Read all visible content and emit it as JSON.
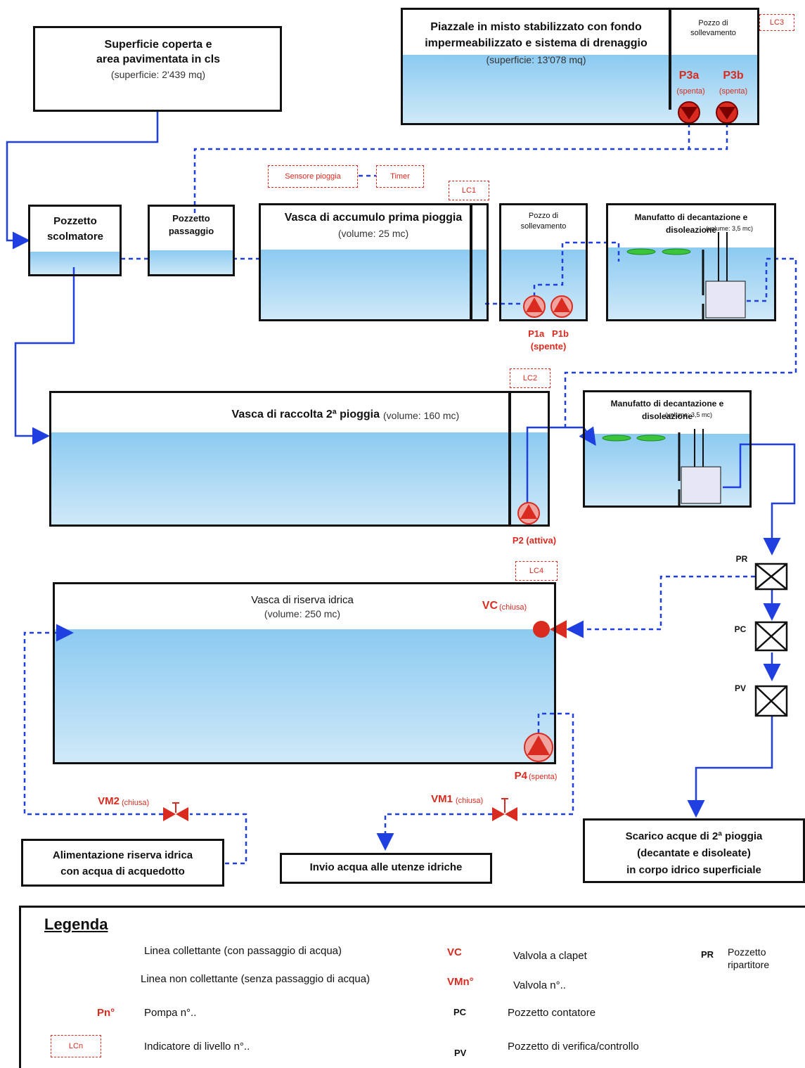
{
  "boxes": {
    "superficie": {
      "title": "Superficie coperta e\narea pavimentata in cls",
      "sub": "(superficie: 2'439 mq)"
    },
    "piazzale": {
      "title": "Piazzale in misto stabilizzato con fondo\nimpermeabilizzato e sistema di drenaggio",
      "sub": "(superficie: 13'078 mq)"
    },
    "pozzo_top": {
      "title": "Pozzo di\nsollevamento"
    },
    "pozzetto_scolmatore": {
      "title": "Pozzetto\nscolmatore"
    },
    "pozzetto_passaggio": {
      "title": "Pozzetto\npassaggio"
    },
    "vasca_prima": {
      "title": "Vasca di accumulo prima pioggia",
      "sub": "(volume: 25 mc)"
    },
    "pozzo_mid": {
      "title": "Pozzo di\nsollevamento"
    },
    "manufatto1": {
      "title": "Manufatto di decantazione e\ndisoleazione",
      "sub": "(volume: 3,5 mc)"
    },
    "vasca_seconda": {
      "title": "Vasca di raccolta 2ª pioggia",
      "sub": "(volume: 160 mc)"
    },
    "manufatto2": {
      "title": "Manufatto di decantazione e\ndisoleazione",
      "sub": "(volume: 3,5 mc)"
    },
    "vasca_riserva": {
      "title": "Vasca di riserva idrica",
      "sub": "(volume: 250 mc)"
    },
    "alimentazione": {
      "title": "Alimentazione riserva idrica\ncon acqua di acquedotto"
    },
    "invio": {
      "title": "Invio acqua alle utenze idriche"
    },
    "scarico": {
      "title": "Scarico acque di 2ª pioggia\n(decantate e disoleate)\nin corpo idrico superficiale"
    }
  },
  "labels": {
    "lc1": "LC1",
    "lc2": "LC2",
    "lc3": "LC3",
    "lc4": "LC4",
    "sensore": "Sensore pioggia",
    "timer": "Timer",
    "p3a": "P3a",
    "p3b": "P3b",
    "p3a_state": "(spenta)",
    "p3b_state": "(spenta)",
    "p1": "P1a   P1b",
    "p1_state": "(spente)",
    "p2": "P2 (attiva)",
    "vc": "VC",
    "vc_state": "(chiusa)",
    "p4": "P4",
    "p4_state": "(spenta)",
    "vm1": "VM1",
    "vm1_state": "(chiusa)",
    "vm2": "VM2",
    "vm2_state": "(chiusa)",
    "pr": "PR",
    "pc": "PC",
    "pv": "PV"
  },
  "legend": {
    "title": "Legenda",
    "line_coll": "Linea collettante (con passaggio di acqua)",
    "line_noncoll": "Linea non collettante (senza passaggio di acqua)",
    "pump_sym": "Pn°",
    "pump": "Pompa n°..",
    "lc_sym": "LCn",
    "lc": "Indicatore di livello n°..",
    "vc_sym": "VC",
    "vc": "Valvola a clapet",
    "vm_sym": "VMn°",
    "vm": "Valvola n°..",
    "pc_sym": "PC",
    "pc": "Pozzetto contatore",
    "pv_sym": "PV",
    "pv": "Pozzetto di verifica/controllo",
    "pr_sym": "PR",
    "pr": "Pozzetto\nripartitore"
  },
  "colors": {
    "water": "#bfe0f5",
    "water_dark": "#7fc0ec",
    "line": "#1f3fe0",
    "accent": "#d92b1f"
  }
}
